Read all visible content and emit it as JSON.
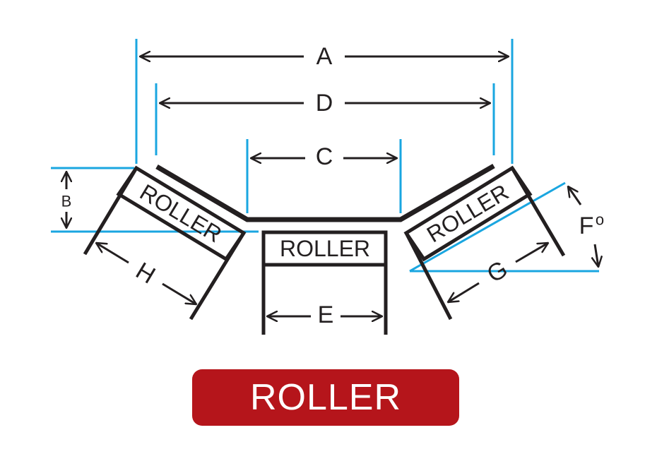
{
  "colors": {
    "line": "#231f20",
    "guide": "#1aa6e0",
    "badge": "#b5151b",
    "badge_text": "#ffffff"
  },
  "labels": {
    "a": "A",
    "b": "B",
    "c": "C",
    "d": "D",
    "e": "E",
    "f": "F",
    "f_degree": "o",
    "g": "G",
    "h": "H"
  },
  "rollers": {
    "left": "ROLLER",
    "center": "ROLLER",
    "right": "ROLLER"
  },
  "title": "ROLLER"
}
